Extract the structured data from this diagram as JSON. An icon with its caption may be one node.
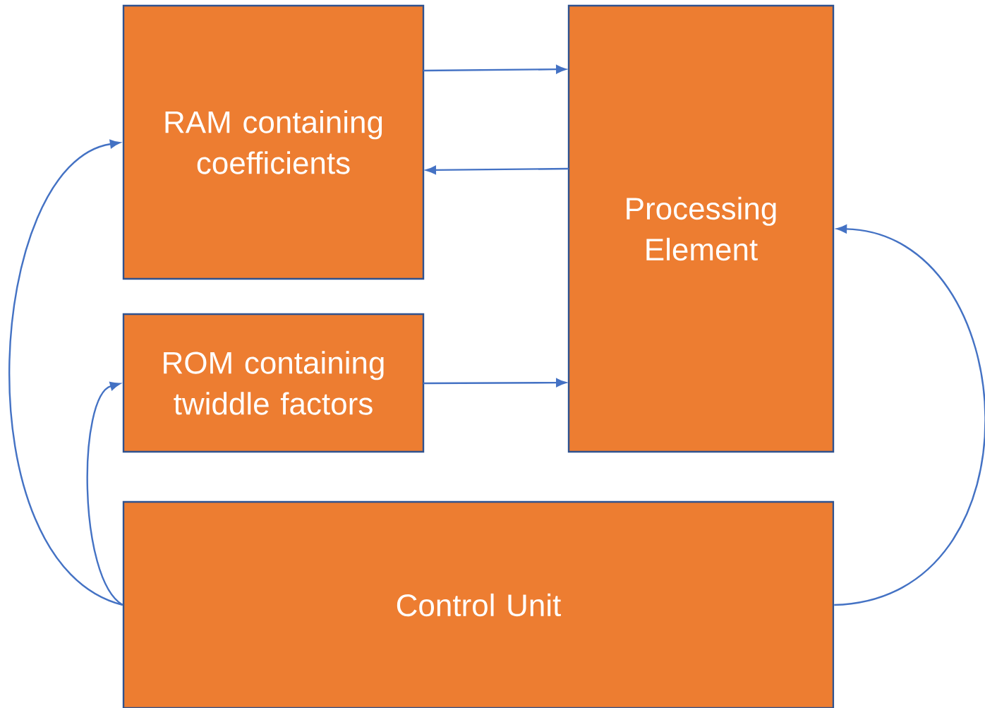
{
  "diagram": {
    "nodes": [
      {
        "text": [
          "RAM containing coefficients"
        ]
      },
      {
        "text": [
          "Processing Element"
        ]
      },
      {
        "text": [
          "ROM containing twiddle factors"
        ]
      },
      {
        "text": [
          "Control Unit"
        ]
      }
    ],
    "edges": [
      {
        "from": 0,
        "to": 1,
        "arrow": "to"
      },
      {
        "from": 1,
        "to": 0,
        "arrow": "to"
      },
      {
        "from": 2,
        "to": 1,
        "arrow": "to"
      },
      {
        "from": 3,
        "to": 0,
        "arrow": "to"
      },
      {
        "from": 3,
        "to": 2,
        "arrow": "to"
      },
      {
        "from": 3,
        "to": 1,
        "arrow": "to"
      }
    ]
  }
}
